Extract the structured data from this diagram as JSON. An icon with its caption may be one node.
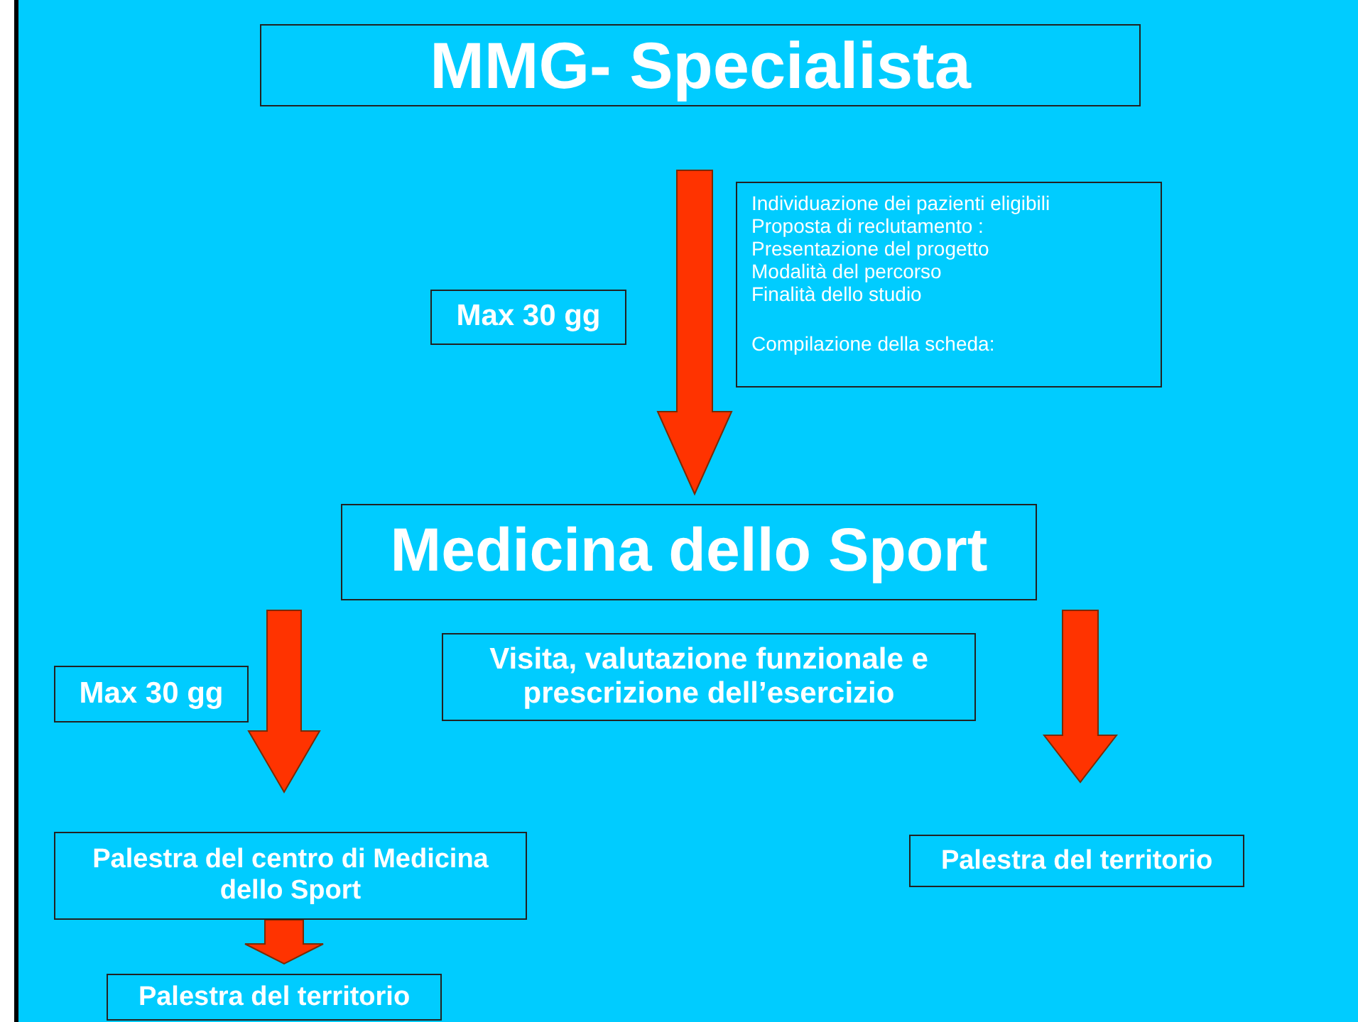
{
  "diagram": {
    "nodes": [
      {
        "text": [
          "MMG- Specialista"
        ]
      },
      {
        "text": [
          "Individuazione dei pazienti eligibili",
          "Proposta di reclutamento :",
          "Presentazione del progetto",
          "Modalità del percorso",
          "Finalità dello studio",
          "Compilazione della scheda:"
        ]
      },
      {
        "text": [
          "Max 30 gg"
        ]
      },
      {
        "text": [
          "Medicina dello Sport"
        ]
      },
      {
        "text": [
          "Visita, valutazione funzionale e prescrizione dell’esercizio"
        ]
      },
      {
        "text": [
          "Max 30 gg"
        ]
      },
      {
        "text": [
          "Palestra del centro di Medicina dello Sport"
        ]
      },
      {
        "text": [
          "Palestra del territorio"
        ]
      },
      {
        "text": [
          "Palestra del territorio"
        ]
      }
    ],
    "edges": [
      {
        "from": 0,
        "to": 3,
        "arrow": "to"
      },
      {
        "from": 3,
        "to": 6,
        "arrow": "to"
      },
      {
        "from": 3,
        "to": 7,
        "arrow": "to"
      },
      {
        "from": 6,
        "to": 8,
        "arrow": "to"
      }
    ]
  }
}
